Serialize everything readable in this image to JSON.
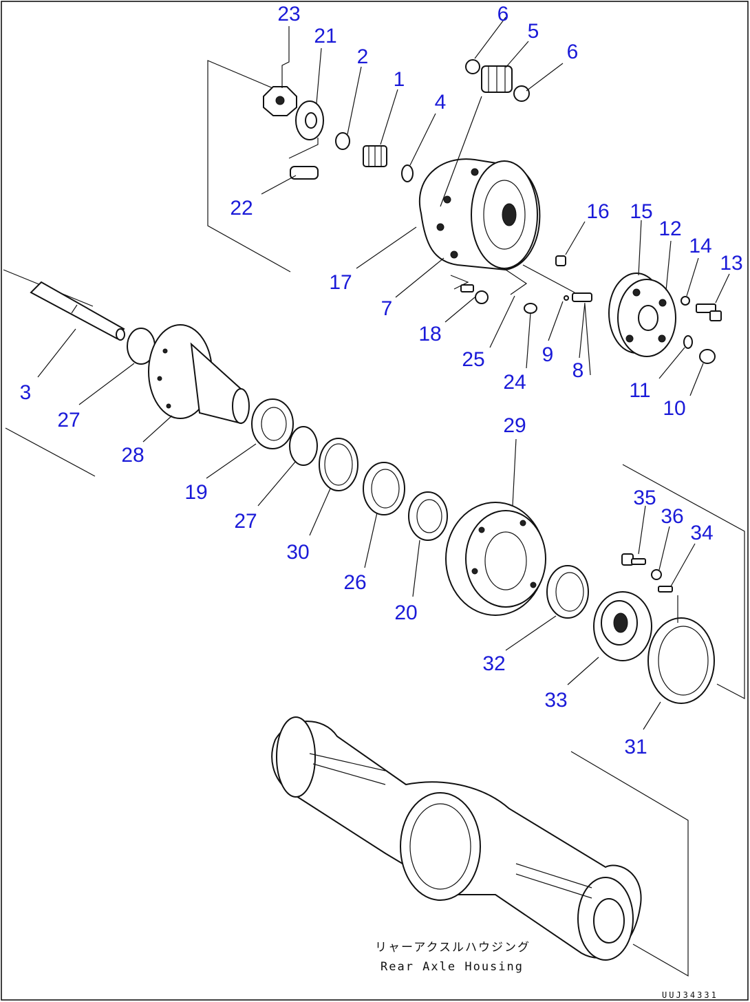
{
  "diagram": {
    "part_numbers": [
      "1",
      "2",
      "3",
      "4",
      "5",
      "6",
      "6",
      "7",
      "8",
      "9",
      "10",
      "11",
      "12",
      "13",
      "14",
      "15",
      "16",
      "17",
      "18",
      "19",
      "20",
      "21",
      "22",
      "23",
      "24",
      "25",
      "26",
      "27",
      "27",
      "28",
      "29",
      "30",
      "31",
      "32",
      "33",
      "34",
      "35",
      "36"
    ],
    "caption_jp": "リャーアクスルハウジング",
    "caption_en": "Rear Axle Housing",
    "drawing_code": "UUJ34331",
    "label_color": "#1a1ad8"
  }
}
